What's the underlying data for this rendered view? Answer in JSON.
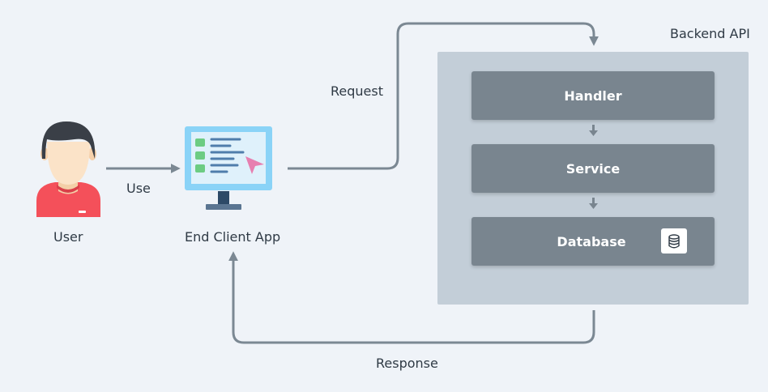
{
  "labels": {
    "user": "User",
    "use": "Use",
    "client": "End Client App",
    "request": "Request",
    "response": "Response",
    "backend": "Backend API"
  },
  "layers": [
    {
      "label": "Handler"
    },
    {
      "label": "Service"
    },
    {
      "label": "Database",
      "icon": "database-icon"
    }
  ],
  "colors": {
    "background": "#eff3f8",
    "arrow": "#7b8893",
    "backend_box": "#c3ced8",
    "layer": "#79858f",
    "user_shirt": "#f4505a",
    "monitor": "#8ad3f7"
  }
}
